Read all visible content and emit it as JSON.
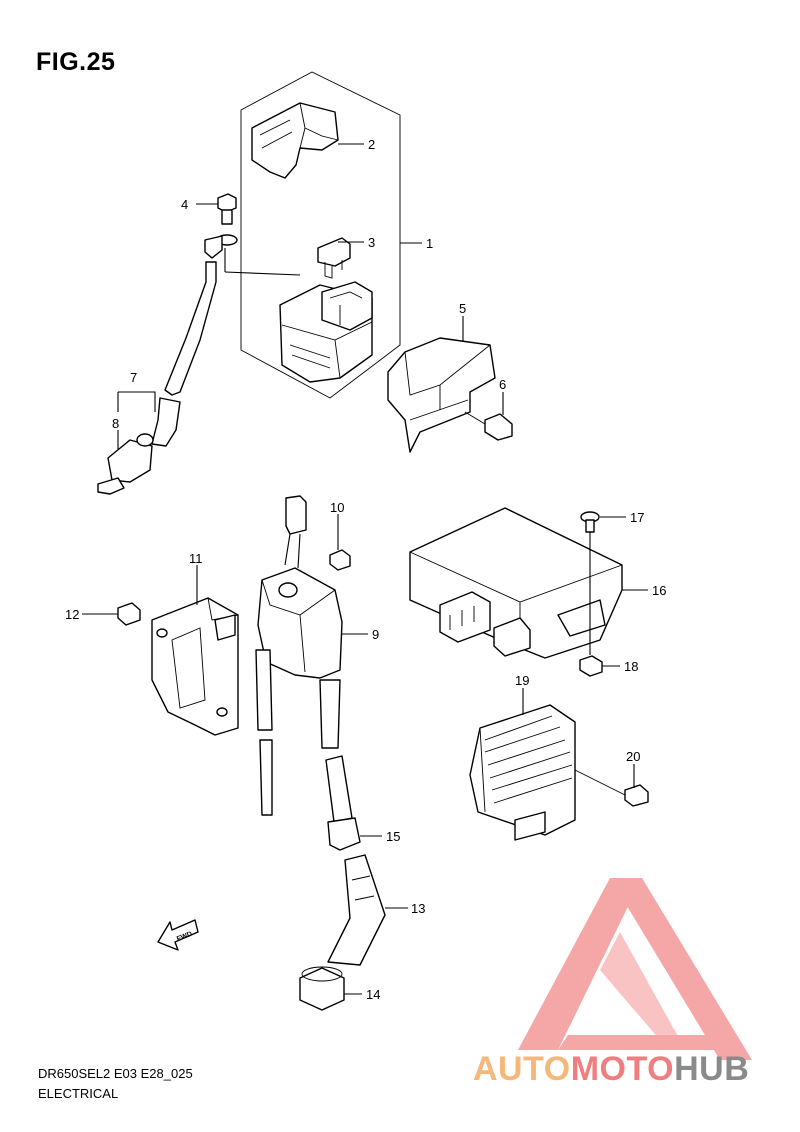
{
  "figure": {
    "title": "FIG.25"
  },
  "footer": {
    "model_code": "DR650SEL2 E03 E28_025",
    "section": "ELECTRICAL"
  },
  "direction_marker": "FWD",
  "callouts": [
    {
      "id": "1",
      "label": "1"
    },
    {
      "id": "2",
      "label": "2"
    },
    {
      "id": "3",
      "label": "3"
    },
    {
      "id": "4",
      "label": "4"
    },
    {
      "id": "5",
      "label": "5"
    },
    {
      "id": "6",
      "label": "6"
    },
    {
      "id": "7",
      "label": "7"
    },
    {
      "id": "8",
      "label": "8"
    },
    {
      "id": "9",
      "label": "9"
    },
    {
      "id": "10",
      "label": "10"
    },
    {
      "id": "11",
      "label": "11"
    },
    {
      "id": "12",
      "label": "12"
    },
    {
      "id": "13",
      "label": "13"
    },
    {
      "id": "14",
      "label": "14"
    },
    {
      "id": "15",
      "label": "15"
    },
    {
      "id": "16",
      "label": "16"
    },
    {
      "id": "17",
      "label": "17"
    },
    {
      "id": "18",
      "label": "18"
    },
    {
      "id": "19",
      "label": "19"
    },
    {
      "id": "20",
      "label": "20"
    }
  ],
  "watermark": {
    "part1": "AUTO",
    "part2": "MOTO",
    "part3": "HUB"
  },
  "colors": {
    "watermark_orange": "#f5b87a",
    "watermark_red": "#f07e7e",
    "watermark_gray": "#8a8a8a"
  }
}
